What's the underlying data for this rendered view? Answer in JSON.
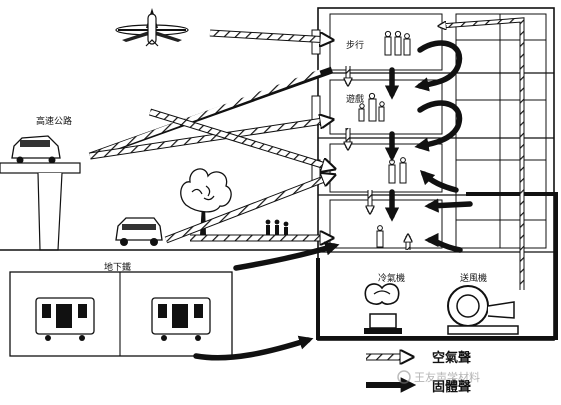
{
  "labels": {
    "highway": "高速公路",
    "walking": "步行",
    "playing": "遊戲",
    "subway": "地下鐵",
    "chiller": "冷氣機",
    "blower": "送風機"
  },
  "legend": {
    "airborne": "空氣聲",
    "structure": "固體聲"
  },
  "watermark": "王友声学材料",
  "colors": {
    "line": "#111111",
    "background": "#ffffff",
    "hatch": "#9a9a9a"
  }
}
